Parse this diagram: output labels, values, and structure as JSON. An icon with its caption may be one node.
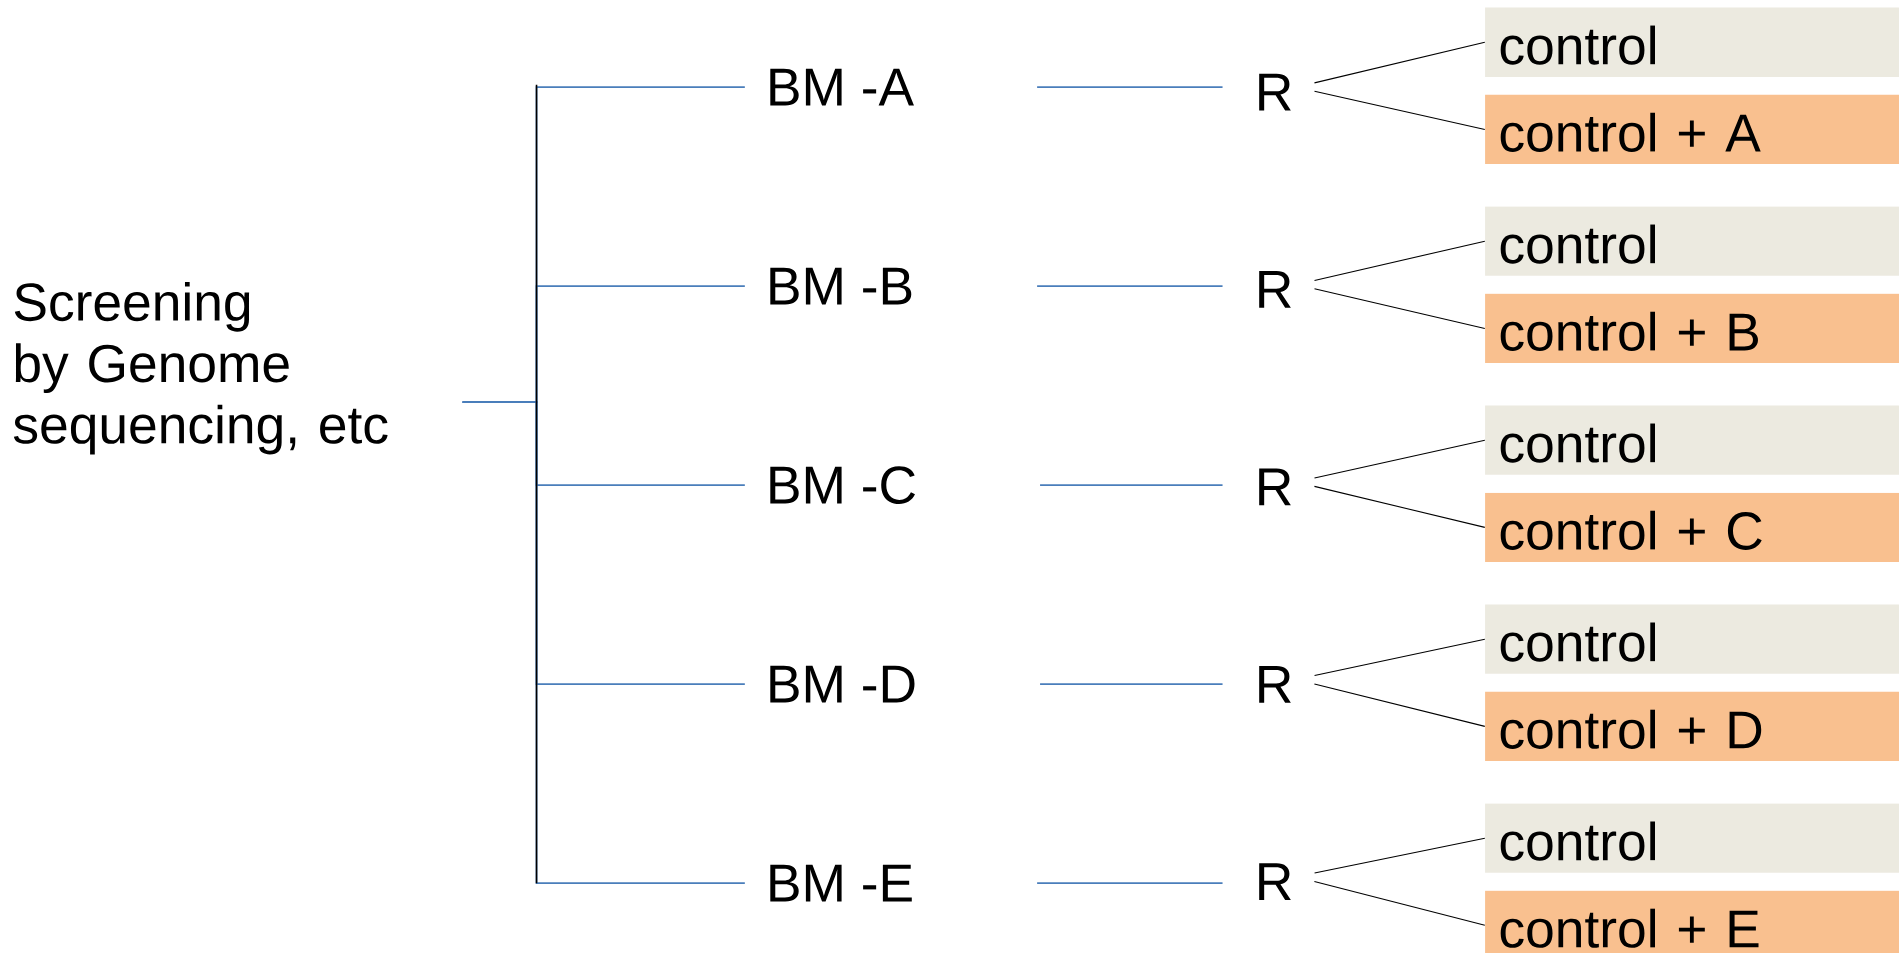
{
  "diagram": {
    "nodes": [
      {
        "text": [
          "Screening by Genome sequencing, etc"
        ]
      },
      {
        "text": [
          "BM -A"
        ]
      },
      {
        "text": [
          "R"
        ]
      },
      {
        "text": [
          "control"
        ]
      },
      {
        "text": [
          "control + A"
        ]
      },
      {
        "text": [
          "BM -B"
        ]
      },
      {
        "text": [
          "R"
        ]
      },
      {
        "text": [
          "control"
        ]
      },
      {
        "text": [
          "control + B"
        ]
      },
      {
        "text": [
          "BM -C"
        ]
      },
      {
        "text": [
          "R"
        ]
      },
      {
        "text": [
          "control"
        ]
      },
      {
        "text": [
          "control + C"
        ]
      },
      {
        "text": [
          "BM -D"
        ]
      },
      {
        "text": [
          "R"
        ]
      },
      {
        "text": [
          "control"
        ]
      },
      {
        "text": [
          "control + D"
        ]
      },
      {
        "text": [
          "BM -E"
        ]
      },
      {
        "text": [
          "R"
        ]
      },
      {
        "text": [
          "control"
        ]
      },
      {
        "text": [
          "control + E"
        ]
      }
    ],
    "edges": [
      {
        "from": 0,
        "to": 1,
        "arrow": "none",
        "color": "#4a7ebb"
      },
      {
        "from": 0,
        "to": 5,
        "arrow": "none",
        "color": "#4a7ebb"
      },
      {
        "from": 0,
        "to": 9,
        "arrow": "none",
        "color": "#4a7ebb"
      },
      {
        "from": 0,
        "to": 13,
        "arrow": "none",
        "color": "#4a7ebb"
      },
      {
        "from": 0,
        "to": 17,
        "arrow": "none",
        "color": "#4a7ebb"
      },
      {
        "from": 1,
        "to": 2,
        "arrow": "none",
        "color": "#4a7ebb"
      },
      {
        "from": 5,
        "to": 6,
        "arrow": "none",
        "color": "#4a7ebb"
      },
      {
        "from": 9,
        "to": 10,
        "arrow": "none",
        "color": "#4a7ebb"
      },
      {
        "from": 13,
        "to": 14,
        "arrow": "none",
        "color": "#4a7ebb"
      },
      {
        "from": 17,
        "to": 18,
        "arrow": "none",
        "color": "#4a7ebb"
      },
      {
        "from": 2,
        "to": 3,
        "arrow": "none",
        "color": "#000000"
      },
      {
        "from": 2,
        "to": 4,
        "arrow": "none",
        "color": "#000000"
      },
      {
        "from": 6,
        "to": 7,
        "arrow": "none",
        "color": "#000000"
      },
      {
        "from": 6,
        "to": 8,
        "arrow": "none",
        "color": "#000000"
      },
      {
        "from": 10,
        "to": 11,
        "arrow": "none",
        "color": "#000000"
      },
      {
        "from": 10,
        "to": 12,
        "arrow": "none",
        "color": "#000000"
      },
      {
        "from": 14,
        "to": 15,
        "arrow": "none",
        "color": "#000000"
      },
      {
        "from": 14,
        "to": 16,
        "arrow": "none",
        "color": "#000000"
      },
      {
        "from": 18,
        "to": 19,
        "arrow": "none",
        "color": "#000000"
      },
      {
        "from": 18,
        "to": 20,
        "arrow": "none",
        "color": "#000000"
      }
    ]
  }
}
